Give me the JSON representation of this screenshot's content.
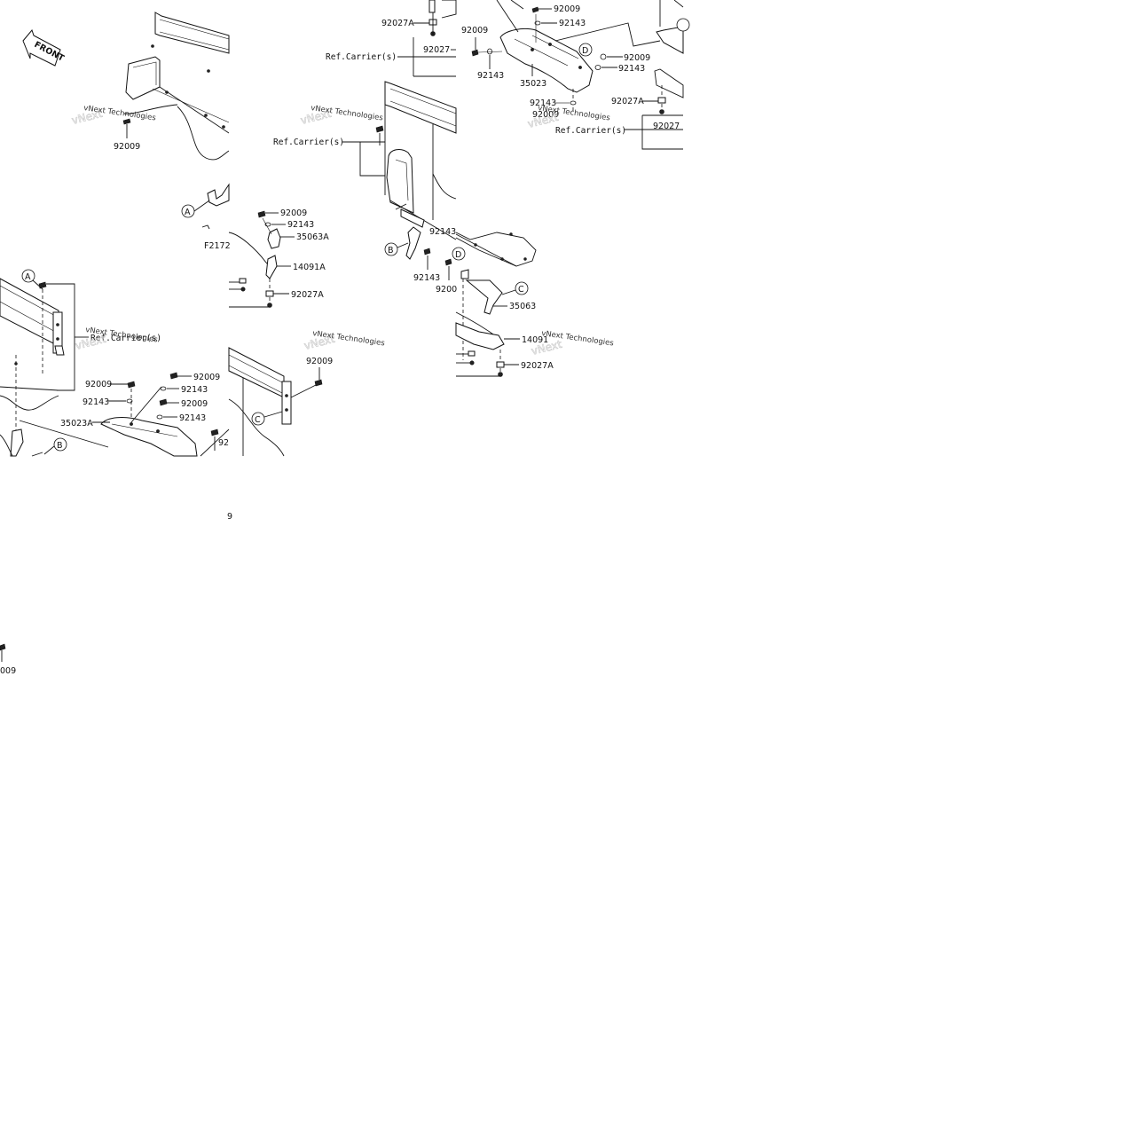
{
  "front_badge": "FRONT",
  "watermark": "vNext Technologies",
  "callouts": {
    "a": "A",
    "b": "B",
    "c": "C",
    "d": "D"
  },
  "labels": {
    "p92009": "92009",
    "p92143": "92143",
    "p92027": "92027",
    "p92027a": "92027A",
    "p35023": "35023",
    "p35023a": "35023A",
    "p35063": "35063",
    "p35063a": "35063A",
    "p14091a": "14091A",
    "p14091": "14091",
    "ref_carrier": "Ref.Carrier(s)",
    "f2172": "F2172",
    "frag_92": "92",
    "frag_9200": "9200",
    "frag_9": "9",
    "frag_009": "009",
    "frag_ref_carrier": "Ref.Carrier(s)"
  }
}
